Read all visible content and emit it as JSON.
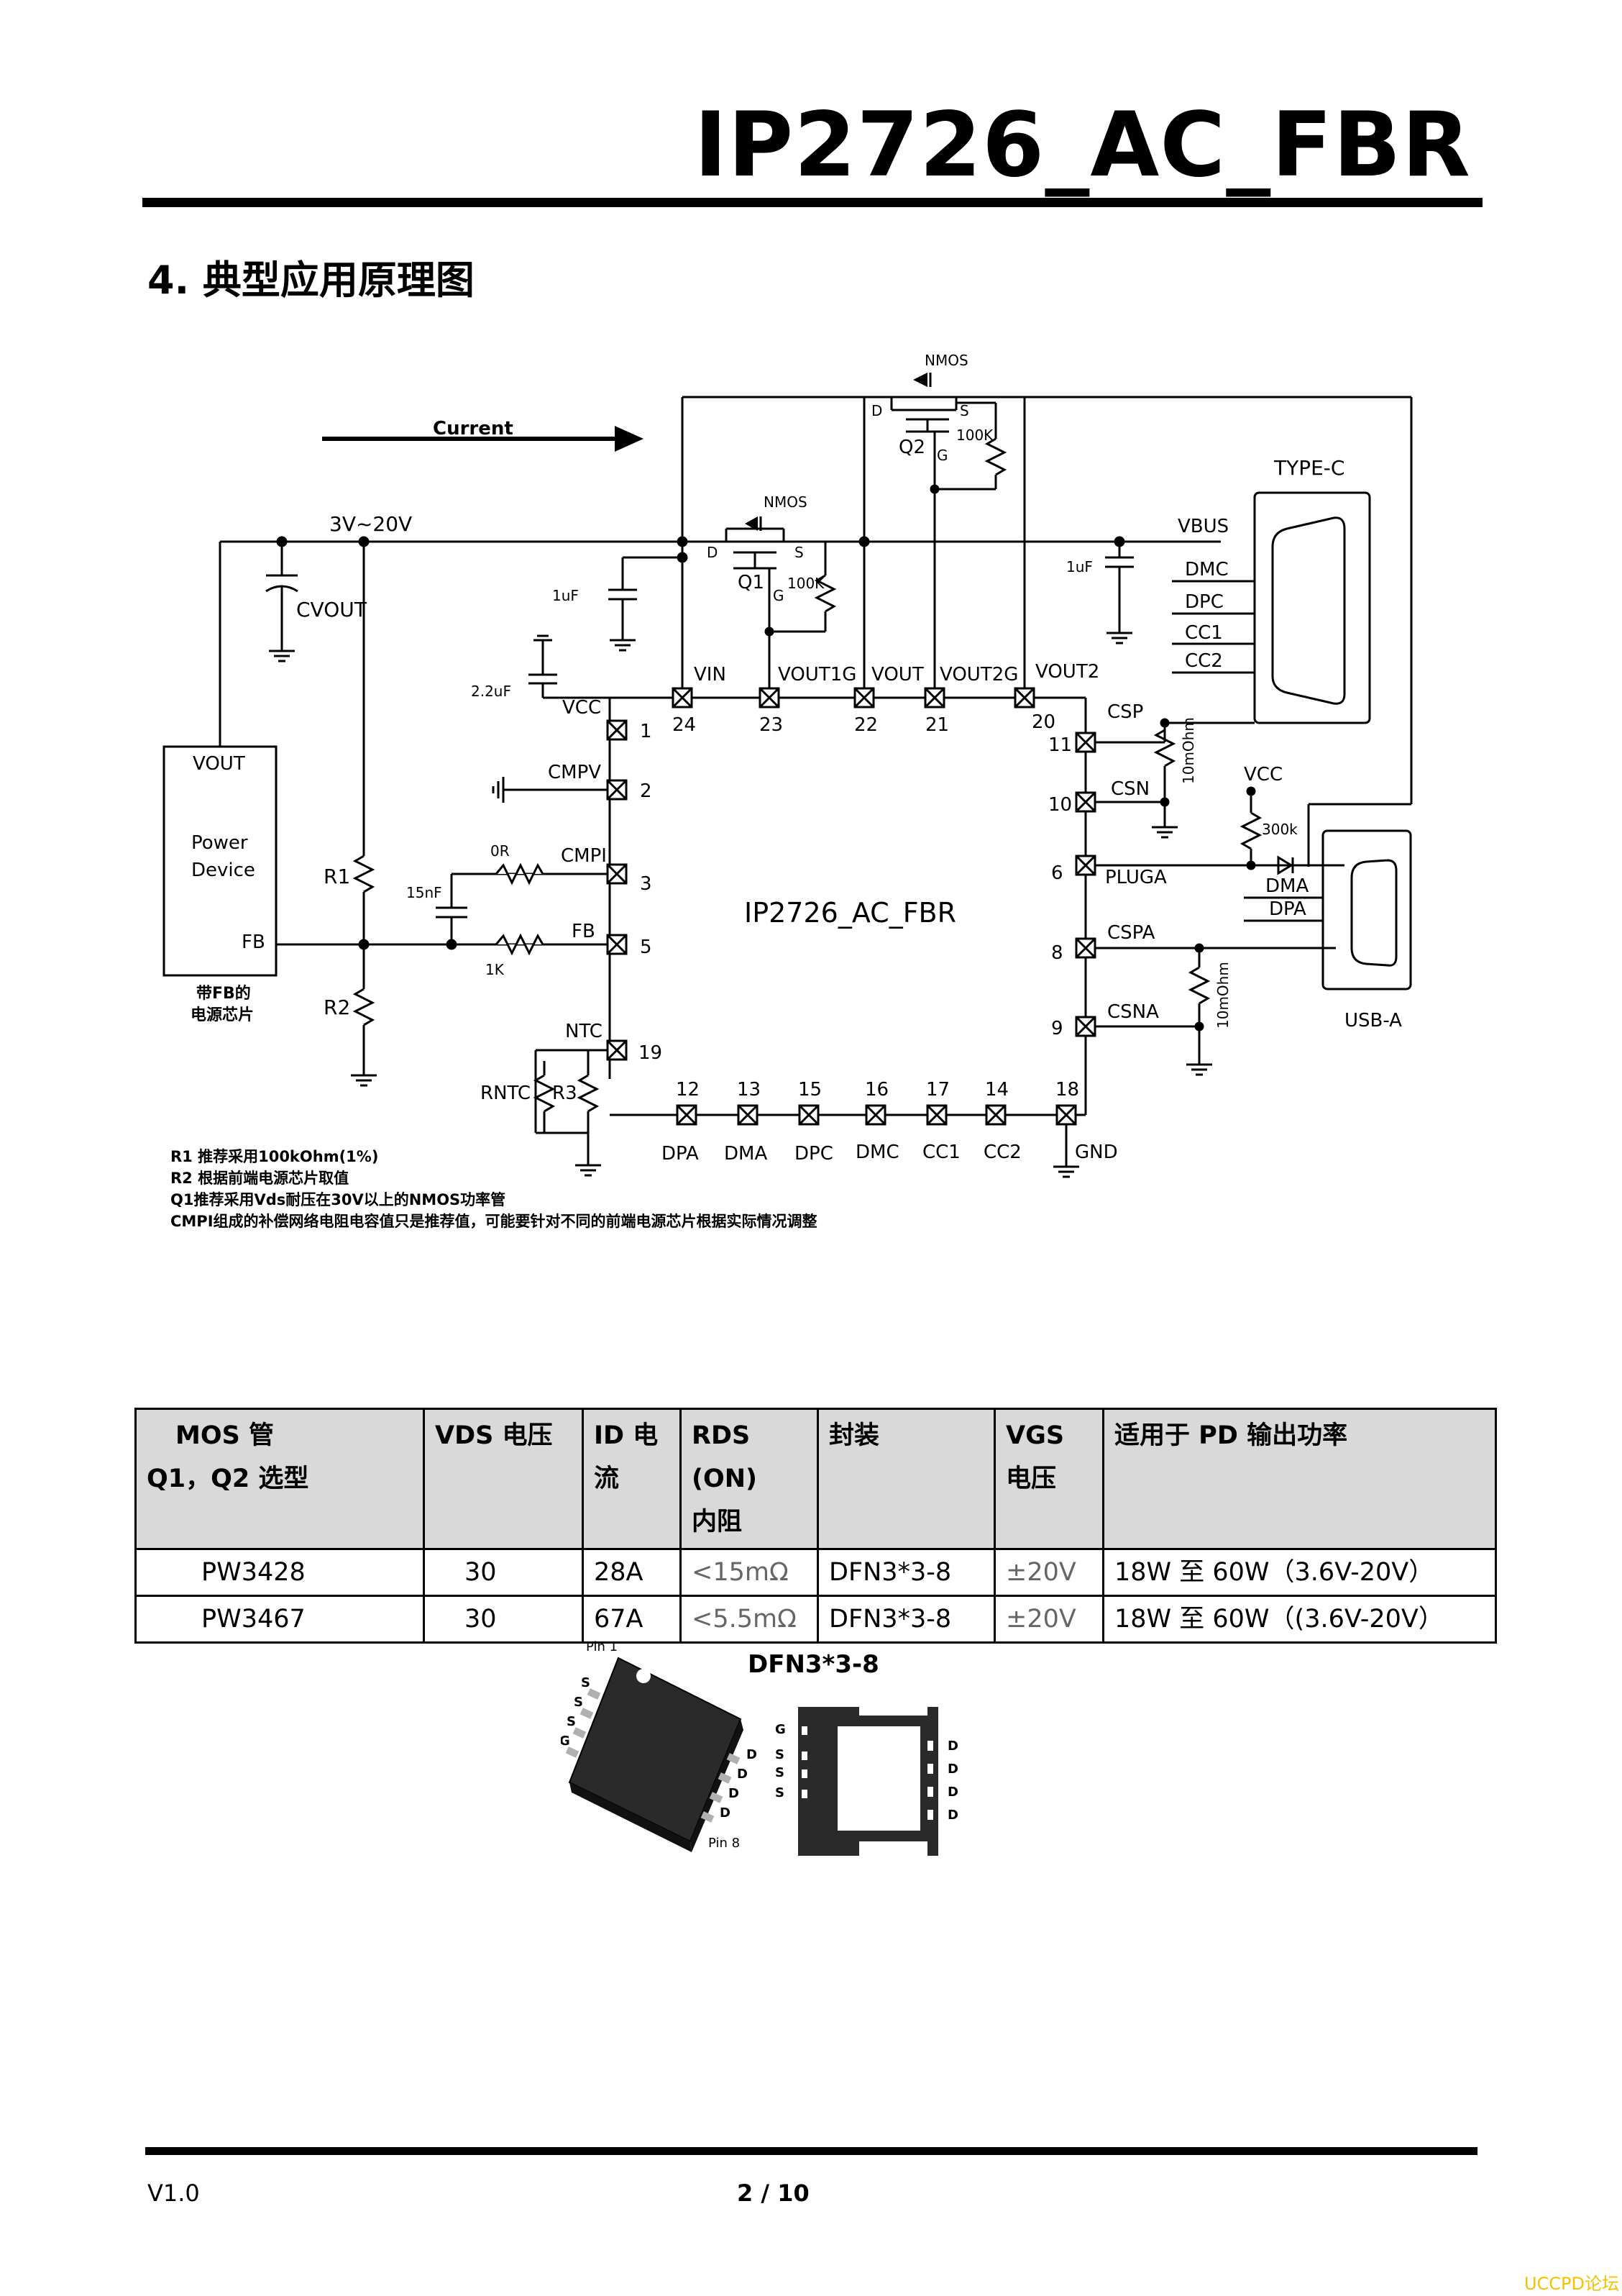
{
  "header": {
    "title": "IP2726_AC_FBR"
  },
  "section": {
    "heading": "4. 典型应用原理图"
  },
  "schematic": {
    "current_label": "Current",
    "supply_range": "3V~20V",
    "cvout": "CVOUT",
    "cap_1uf": "1uF",
    "cap_2_2uf": "2.2uF",
    "cap_15nf": "15nF",
    "q1": "Q1",
    "q2": "Q2",
    "nmos": "NMOS",
    "d": "D",
    "s": "S",
    "g": "G",
    "r100k": "100K",
    "r0": "0R",
    "r1k": "1K",
    "r300k": "300k",
    "r10m": "10mOhm",
    "r1": "R1",
    "r2": "R2",
    "r3": "R3",
    "rntc": "RNTC",
    "vcc": "VCC",
    "power_device": {
      "vout": "VOUT",
      "line1": "Power",
      "line2": "Device",
      "fb": "FB",
      "note1": "带FB的",
      "note2": "电源芯片"
    },
    "chip_name": "IP2726_AC_FBR",
    "pins_top": [
      {
        "name": "VIN",
        "num": "24"
      },
      {
        "name": "VOUT1G",
        "num": "23"
      },
      {
        "name": "VOUT",
        "num": "22"
      },
      {
        "name": "VOUT2G",
        "num": "21"
      },
      {
        "name": "VOUT2",
        "num": "20"
      }
    ],
    "pins_left": [
      {
        "name": "VCC",
        "num": "1"
      },
      {
        "name": "CMPV",
        "num": "2"
      },
      {
        "name": "CMPI",
        "num": "3"
      },
      {
        "name": "FB",
        "num": "5"
      },
      {
        "name": "NTC",
        "num": "19"
      }
    ],
    "pins_right": [
      {
        "name": "CSP",
        "num": "11"
      },
      {
        "name": "CSN",
        "num": "10"
      },
      {
        "name": "PLUGA",
        "num": "6"
      },
      {
        "name": "CSPA",
        "num": "8"
      },
      {
        "name": "CSNA",
        "num": "9"
      }
    ],
    "pins_bottom": [
      {
        "name": "DPA",
        "num": "12"
      },
      {
        "name": "DMA",
        "num": "13"
      },
      {
        "name": "DPC",
        "num": "15"
      },
      {
        "name": "DMC",
        "num": "16"
      },
      {
        "name": "CC1",
        "num": "17"
      },
      {
        "name": "CC2",
        "num": "14"
      },
      {
        "name": "GND",
        "num": "18"
      }
    ],
    "typec": {
      "title": "TYPE-C",
      "vbus": "VBUS",
      "dmc": "DMC",
      "dpc": "DPC",
      "cc1": "CC1",
      "cc2": "CC2"
    },
    "usba": {
      "title": "USB-A",
      "dma": "DMA",
      "dpa": "DPA"
    },
    "notes": [
      "R1 推荐采用100kOhm(1%)",
      "R2 根据前端电源芯片取值",
      "Q1推荐采用Vds耐压在30V以上的NMOS功率管",
      "CMPI组成的补偿网络电阻电容值只是推荐值，可能要针对不同的前端电源芯片根据实际情况调整"
    ]
  },
  "table": {
    "headers": [
      [
        "MOS 管",
        "Q1，Q2 选型"
      ],
      [
        "VDS 电压"
      ],
      [
        "ID 电",
        "流"
      ],
      [
        "RDS (ON)",
        "内阻"
      ],
      [
        "封装"
      ],
      [
        "VGS",
        "电压"
      ],
      [
        "适用于 PD 输出功率"
      ]
    ],
    "rows": [
      [
        "PW3428",
        "30",
        "28A",
        "<15mΩ",
        "DFN3*3-8",
        "±20V",
        "18W 至 60W（3.6V-20V）"
      ],
      [
        "PW3467",
        "30",
        "67A",
        "<5.5mΩ",
        "DFN3*3-8",
        "±20V",
        "18W 至 60W（(3.6V-20V）"
      ]
    ]
  },
  "package": {
    "title": "DFN3*3-8",
    "pin1": "Pin 1",
    "pin8": "Pin 8",
    "left_pins": [
      "S",
      "S",
      "S",
      "G"
    ],
    "right_pins": [
      "D",
      "D",
      "D",
      "D"
    ],
    "bottom_left": [
      "G",
      "S",
      "S",
      "S"
    ],
    "bottom_right": [
      "D",
      "D",
      "D",
      "D"
    ]
  },
  "footer": {
    "version": "V1.0",
    "page": "2 / 10",
    "watermark": "UCCPD论坛"
  }
}
